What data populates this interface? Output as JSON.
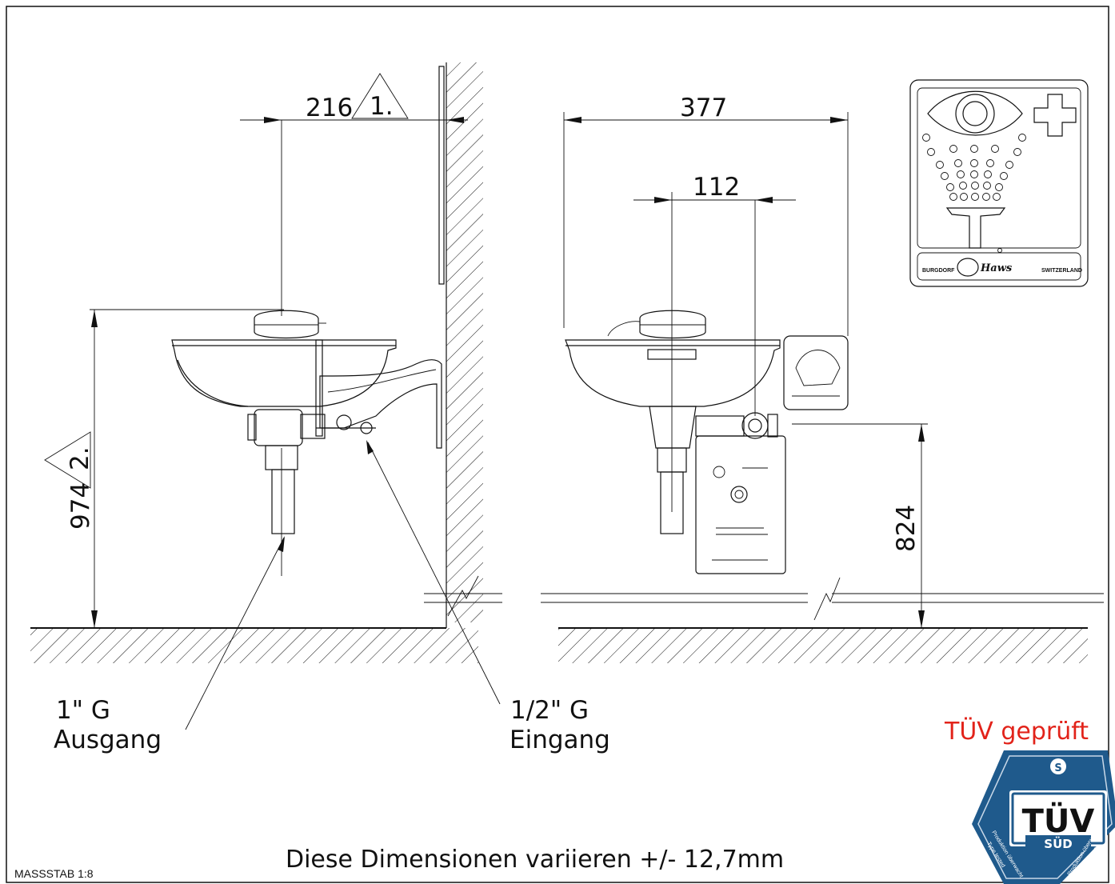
{
  "dimensions": {
    "left_width": "216",
    "left_width_note": "1.",
    "left_height": "974",
    "left_height_note": "2.",
    "right_width": "377",
    "right_inner_width": "112",
    "right_height": "824"
  },
  "labels": {
    "outlet_size": "1\" G",
    "outlet_name": "Ausgang",
    "inlet_size": "1/2\" G",
    "inlet_name": "Eingang"
  },
  "footer": {
    "tolerance_note": "Diese Dimensionen variieren +/- 12,7mm",
    "scale": "MASSSTAB 1:8"
  },
  "certification": {
    "heading": "TÜV geprüft",
    "badge_main": "TÜV",
    "badge_sub": "SÜD",
    "badge_left": "Produktion überwacht",
    "badge_left_2": "Type tested",
    "badge_right": "Produktion überwacht",
    "badge_right_2": "Bauart geprüft",
    "badge_color": "#1f5a8c",
    "heading_color": "#e2231a"
  },
  "sign": {
    "brand_left": "BURGDORF",
    "brand_name": "Haws",
    "brand_right": "SWITZERLAND"
  }
}
